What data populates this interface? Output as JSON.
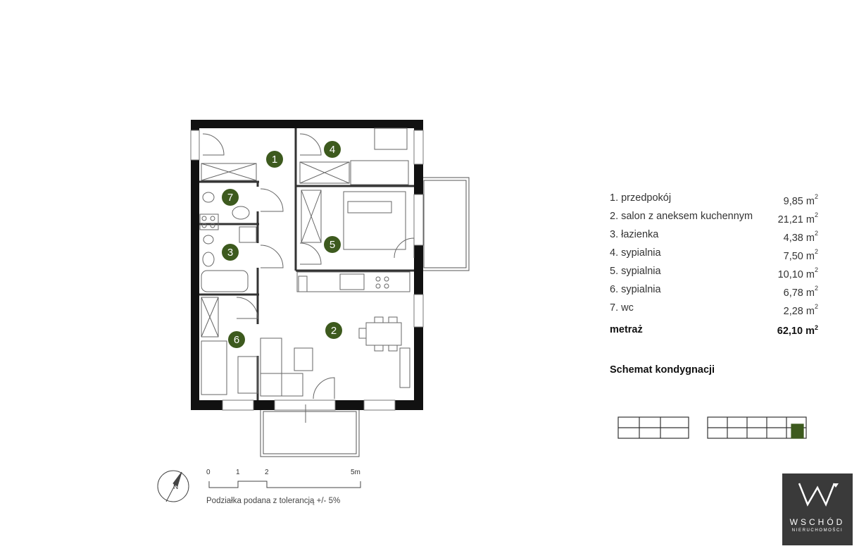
{
  "rooms": [
    {
      "label": "1. przedpokój",
      "area": "9,85 m",
      "num": "1"
    },
    {
      "label": "2. salon z aneksem kuchennym",
      "area": "21,21 m",
      "num": "2"
    },
    {
      "label": "3. łazienka",
      "area": "4,38 m",
      "num": "3"
    },
    {
      "label": "4. sypialnia",
      "area": "7,50 m",
      "num": "4"
    },
    {
      "label": "5. sypialnia",
      "area": "10,10 m",
      "num": "5"
    },
    {
      "label": "6. sypialnia",
      "area": "6,78 m",
      "num": "6"
    },
    {
      "label": "7. wc",
      "area": "2,28 m",
      "num": "7"
    }
  ],
  "area_exponent": "2",
  "total": {
    "label": "metraż",
    "value": "62,10 m"
  },
  "schemat_title": "Schemat kondygnacji",
  "scale": {
    "labels": [
      "0",
      "1",
      "2",
      "5m"
    ],
    "caption": "Podziałka podana z tolerancją +/- 5%"
  },
  "compass_letter": "N",
  "logo": {
    "brand": "WSCHÓD",
    "sub": "NIERUCHOMOŚCI"
  },
  "colors": {
    "accent": "#3d5a1e",
    "wall": "#111111",
    "logo_bg": "#3a3a3a"
  }
}
